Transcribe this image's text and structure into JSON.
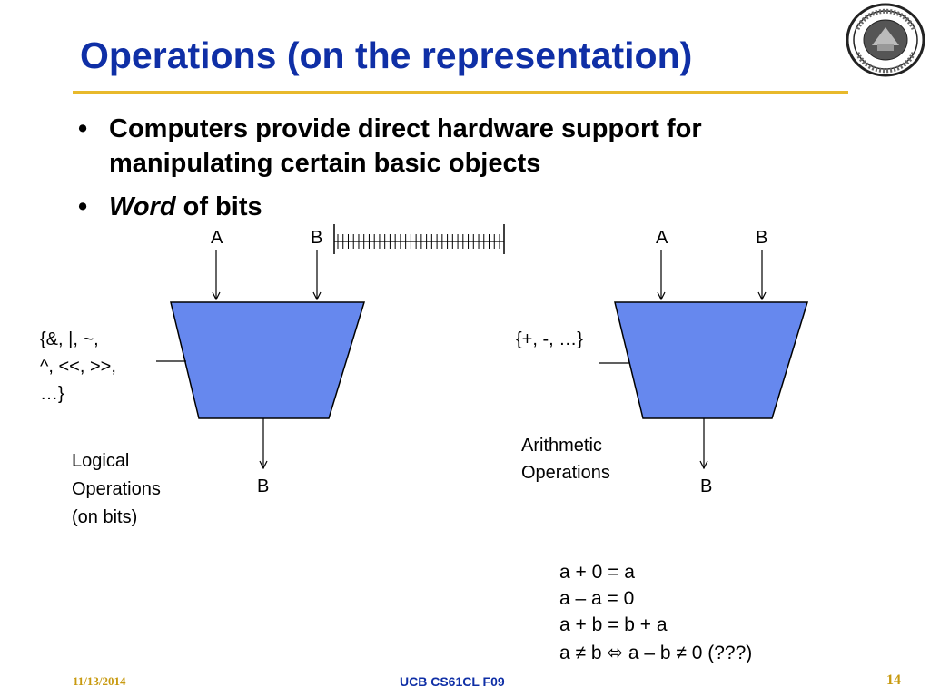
{
  "slide": {
    "title": "Operations (on the representation)",
    "bullets": [
      {
        "line1": "Computers provide direct hardware support for",
        "line2": "manipulating certain basic objects"
      },
      {
        "italic": "Word",
        "rest": " of bits"
      }
    ]
  },
  "diagram": {
    "left": {
      "input_a": "A",
      "input_b": "B",
      "ops_line1": "{&, |, ~,",
      "ops_line2": "^, <<, >>,",
      "ops_line3": "…}",
      "output": "B",
      "caption_line1": "Logical",
      "caption_line2": "Operations",
      "caption_line3": "(on bits)"
    },
    "right": {
      "input_a": "A",
      "input_b": "B",
      "ops": "{+, -, …}",
      "output": "B",
      "caption_line1": "Arithmetic",
      "caption_line2": "Operations"
    },
    "alu_color": "#6688ee"
  },
  "identities": [
    "a + 0 = a",
    "a – a = 0",
    "a + b = b + a",
    "a ≠ b ⬄ a – b ≠ 0  (???)"
  ],
  "footer": {
    "date": "11/13/2014",
    "course": "UCB CS61CL F09",
    "page": "14"
  },
  "colors": {
    "title": "#0f2fa6",
    "rule": "#e8b92b",
    "footer_side": "#c89a10",
    "footer_center": "#0f2fa6"
  }
}
